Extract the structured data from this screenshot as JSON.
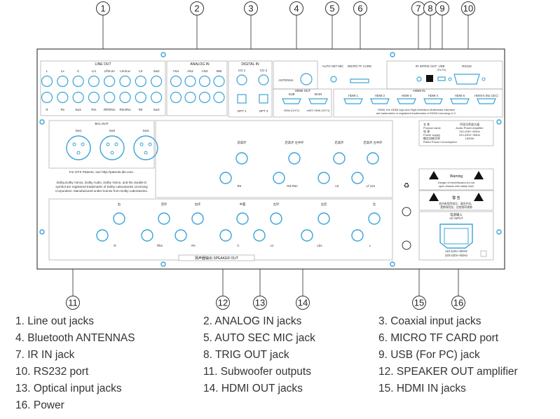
{
  "callout_numbers": [
    "1",
    "2",
    "3",
    "4",
    "5",
    "6",
    "7",
    "8",
    "9",
    "10",
    "11",
    "12",
    "13",
    "14",
    "15",
    "16"
  ],
  "panel": {
    "line_out": {
      "title": "LINE OUT",
      "top_labels": [
        "L",
        "Ls",
        "C",
        "Lrs",
        "Lfh/Ltm",
        "Ltm/Lw",
        "Ltr",
        "Sw2"
      ],
      "bottom_labels": [
        "R",
        "Rs",
        "Sw1",
        "Rrs",
        "Rfh/Rtm",
        "Rtm/Rw",
        "Rtr",
        "Sw3"
      ]
    },
    "analog_in": {
      "title": "ANALOG IN",
      "labels": [
        "AN1",
        "AN2",
        "AN3",
        "MM"
      ]
    },
    "digital_in": {
      "title": "DIGITAL IN",
      "coax": [
        "CO 1",
        "CO 2"
      ],
      "opt": [
        "OPT 1",
        "OPT 2"
      ]
    },
    "antenna": {
      "label": "ANTENNA"
    },
    "auto_set": {
      "label": "AUTO SET MIC"
    },
    "micro_tf": {
      "label": "MICRO TF CARD"
    },
    "ir_in": {
      "label": "IR IN"
    },
    "trig_out": {
      "label": "TRIG OUT"
    },
    "usb": {
      "label": "USB",
      "sub": "(For Pc)"
    },
    "rs232": {
      "label": "RS232"
    },
    "hdmi_out": {
      "title": "HDMI OUT",
      "labels": [
        "SUB",
        "MAIN"
      ],
      "sub_labels": [
        "HDMI (OUT2)",
        "eARC HDMI (OUT1)"
      ]
    },
    "hdmi_in": {
      "title": "HDMI IN",
      "labels": [
        "HDMI 1",
        "HDMI 2",
        "HDMI 3",
        "HDMI 4",
        "HDMI 5",
        "HDMI 6 (No CEC)"
      ]
    },
    "hdmi_trademark": [
      "HDMI, the HDMI logo and High-Definition Multimedia Interface",
      "are trademarks or registered trademarks of HDMI Licensing LLC."
    ],
    "bal_out": {
      "title": "BAL OUT",
      "labels": [
        "Sw1",
        "Sw2",
        "Sw3"
      ]
    },
    "dts_note": "For DTS Patents, see http://patents.dts.com.",
    "dolby_note": [
      "Dolby,Dolby Atmos, Dolby Audio, Dolby Vision, and the double-D",
      "symbol are registered trademarks of Dolby Laboratories Licensing",
      "Corporation. Manufactured under license from Dolby Laboratories."
    ],
    "speaker_upper": {
      "cn_labels": [
        "前高环",
        "后高环 左中环",
        "后高环",
        "后高环 左中环"
      ],
      "labels": [
        "Rtr",
        "Rd Rtm",
        "Ltr",
        "Lf Ltm"
      ]
    },
    "speaker_lower": {
      "cn_labels": [
        "右",
        "后环",
        "右环",
        "中置",
        "左环",
        "左后",
        "左"
      ],
      "labels": [
        "R",
        "Rbs",
        "Rs",
        "C",
        "Ls",
        "Lbs",
        "L"
      ]
    },
    "speaker_out_title": "扬声器输出   SPEAKER OUT",
    "product_info": {
      "rows": [
        [
          "名 称",
          "环绕功率放大器"
        ],
        [
          "Product name",
          "Audio Power Amplifier"
        ],
        [
          "电 源",
          "110-115V~/60Hz"
        ],
        [
          "Power supply",
          "220-230V~/50Hz"
        ],
        [
          "额定消耗功率",
          "1500W"
        ],
        [
          "Rated Power Consumption",
          ""
        ]
      ]
    },
    "warning": {
      "title": "Warning",
      "text": [
        "Danger of electrification-Do not",
        "open chassis with safety fuse!"
      ],
      "cn_title": "警 告",
      "cn_text": [
        "机内有危险电压，请勿开机，",
        "更换保险丝，应使用同规格"
      ]
    },
    "ac_input": {
      "cn_title": "电源输入",
      "title": "AC INPUT",
      "lines": [
        "110-115V~/60Hz",
        "220-230V~/50Hz"
      ]
    }
  },
  "legend": [
    "1. Line out jacks",
    "2. ANALOG IN jacks",
    "3. Coaxial input jacks",
    "4. Bluetooth ANTENNAS",
    "5. AUTO SEC MIC jack",
    "6. MICRO TF CARD port",
    "7. IR IN jack",
    "8. TRIG OUT jack",
    "9.  USB (For PC) jack",
    "10. RS232 port",
    "11. Subwoofer outputs",
    "12. SPEAKER OUT amplifier",
    "13. Optical input jacks",
    "14.  HDMI OUT jacks",
    "15. HDMI IN jacks",
    "16. Power"
  ]
}
